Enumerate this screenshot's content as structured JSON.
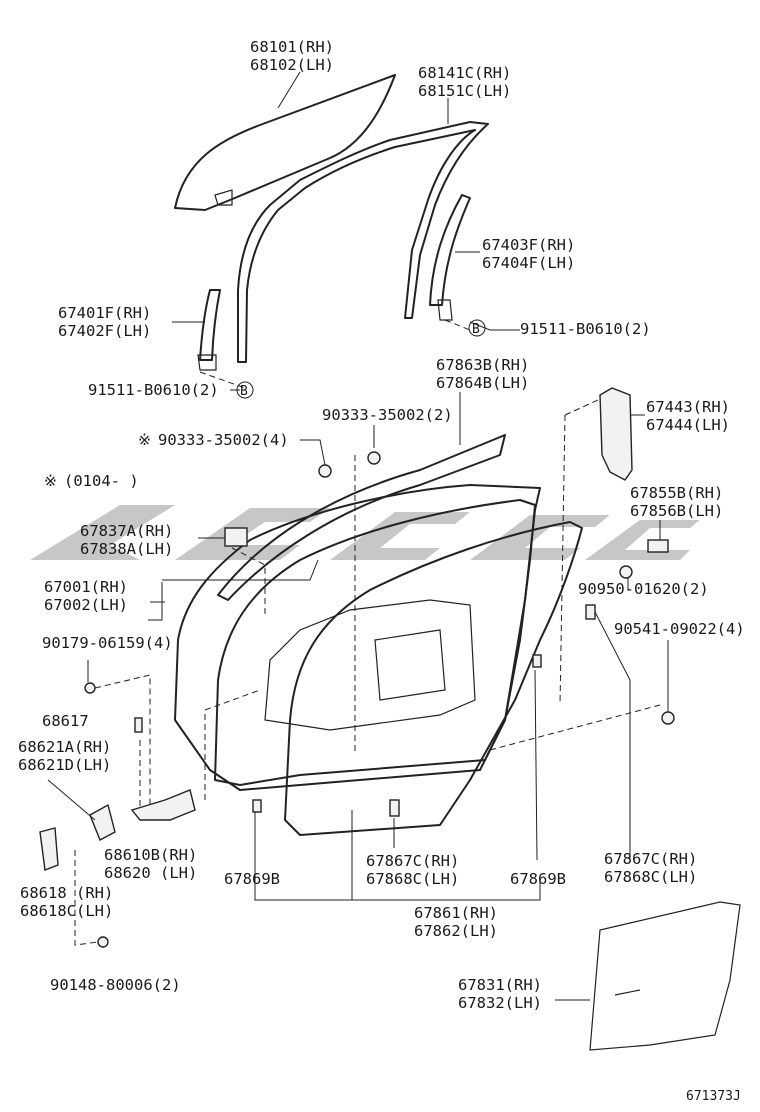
{
  "labels": {
    "glass_rh": "68101(RH)",
    "glass_lh": "68102(LH)",
    "run_rh": "68141C(RH)",
    "run_lh": "68151C(LH)",
    "rear_frame_rh": "67403F(RH)",
    "rear_frame_lh": "67404F(LH)",
    "front_frame_rh": "67401F(RH)",
    "front_frame_lh": "67402F(LH)",
    "bolt_b_right": "91511-B0610(2)",
    "bolt_b_left": "91511-B0610(2)",
    "bolt_b_marker": "B",
    "weather_belt_rh": "67863B(RH)",
    "weather_belt_lh": "67864B(LH)",
    "hole_plug_2": "90333-35002(2)",
    "hole_plug_4": "90333-35002(4)",
    "note_mark": "※",
    "note_date": "(0104-     )",
    "mirror_bracket_rh": "67443(RH)",
    "mirror_bracket_lh": "67444(LH)",
    "cushion_rh": "67855B(RH)",
    "cushion_lh": "67856B(LH)",
    "pad_rh": "67837A(RH)",
    "pad_lh": "67838A(LH)",
    "door_panel_rh": "67001(RH)",
    "door_panel_lh": "67002(LH)",
    "clip_90950": "90950-01620(2)",
    "bolt_90179": "90179-06159(4)",
    "clip_90541": "90541-09022(4)",
    "pin_68617": "68617",
    "hinge_rh": "68621A(RH)",
    "hinge_lh": "68621D(LH)",
    "check_rh": "68610B(RH)",
    "check_lh": "68620   (LH)",
    "clip_67869b_left": "67869B",
    "clip_67869b_right": "67869B",
    "clip_67867c_rh_a": "67867C(RH)",
    "clip_67868c_lh_a": "67868C(LH)",
    "clip_67867c_rh_b": "67867C(RH)",
    "clip_67868c_lh_b": "67868C(LH)",
    "hinge_low_rh": "68618  (RH)",
    "hinge_low_lh": "68618C(LH)",
    "weatherstrip_rh": "67861(RH)",
    "weatherstrip_lh": "67862(LH)",
    "bolt_90148": "90148-80006(2)",
    "service_hole_rh": "67831(RH)",
    "service_hole_lh": "67832(LH)",
    "figure_number": "671373J"
  },
  "colors": {
    "line": "#222222",
    "watermark": "#bdbdbd",
    "background": "#ffffff"
  }
}
